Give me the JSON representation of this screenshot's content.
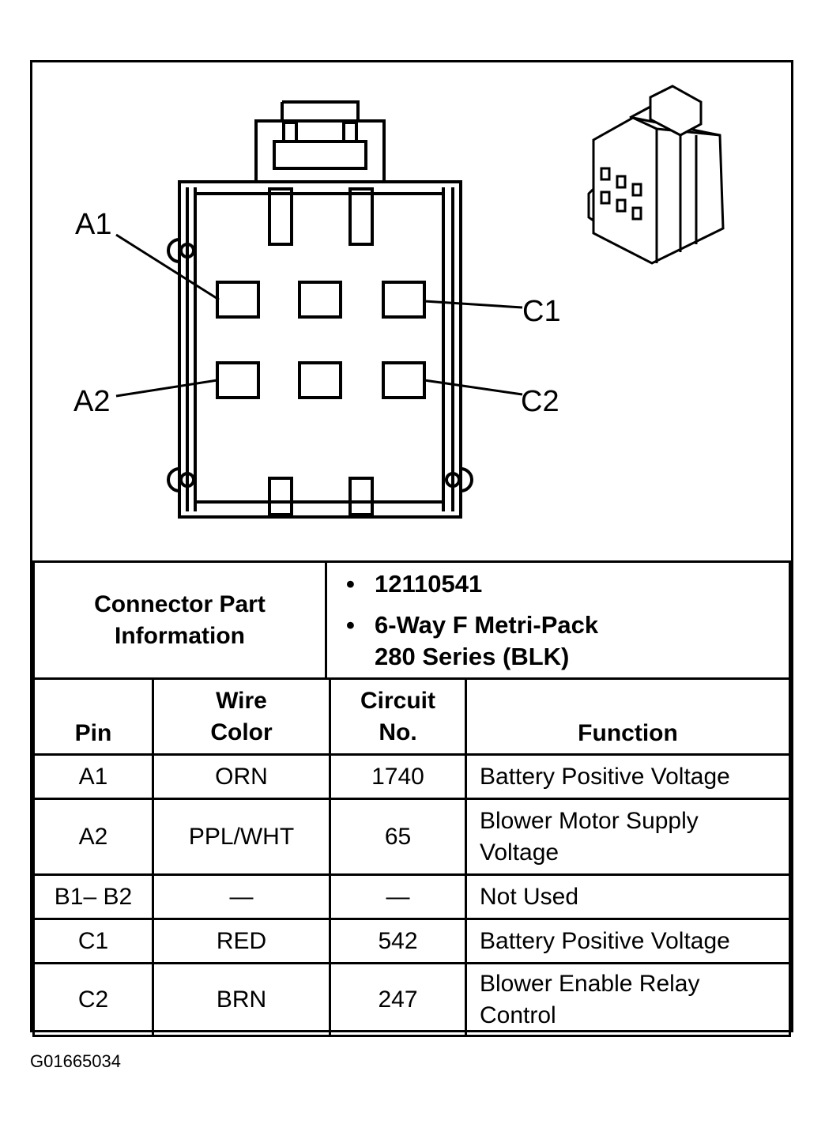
{
  "pin_labels": {
    "a1": "A1",
    "a2": "A2",
    "c1": "C1",
    "c2": "C2"
  },
  "connector_info": {
    "heading": "Connector Part Information",
    "part_number": "12110541",
    "description_line1": "6-Way F Metri-Pack",
    "description_line2": "280 Series (BLK)",
    "bullet": "•"
  },
  "table": {
    "headers": {
      "pin": "Pin",
      "wire_color_l1": "Wire",
      "wire_color_l2": "Color",
      "circuit_l1": "Circuit",
      "circuit_l2": "No.",
      "function": "Function"
    },
    "rows": [
      {
        "pin": "A1",
        "wire": "ORN",
        "circuit": "1740",
        "function_l1": "Battery Positive Voltage",
        "function_l2": ""
      },
      {
        "pin": "A2",
        "wire": "PPL/WHT",
        "circuit": "65",
        "function_l1": "Blower Motor Supply",
        "function_l2": "Voltage"
      },
      {
        "pin": "B1– B2",
        "wire": "—",
        "circuit": "—",
        "function_l1": "Not Used",
        "function_l2": ""
      },
      {
        "pin": "C1",
        "wire": "RED",
        "circuit": "542",
        "function_l1": "Battery Positive Voltage",
        "function_l2": ""
      },
      {
        "pin": "C2",
        "wire": "BRN",
        "circuit": "247",
        "function_l1": "Blower Enable Relay",
        "function_l2": "Control"
      }
    ]
  },
  "figure_id": "G01665034"
}
